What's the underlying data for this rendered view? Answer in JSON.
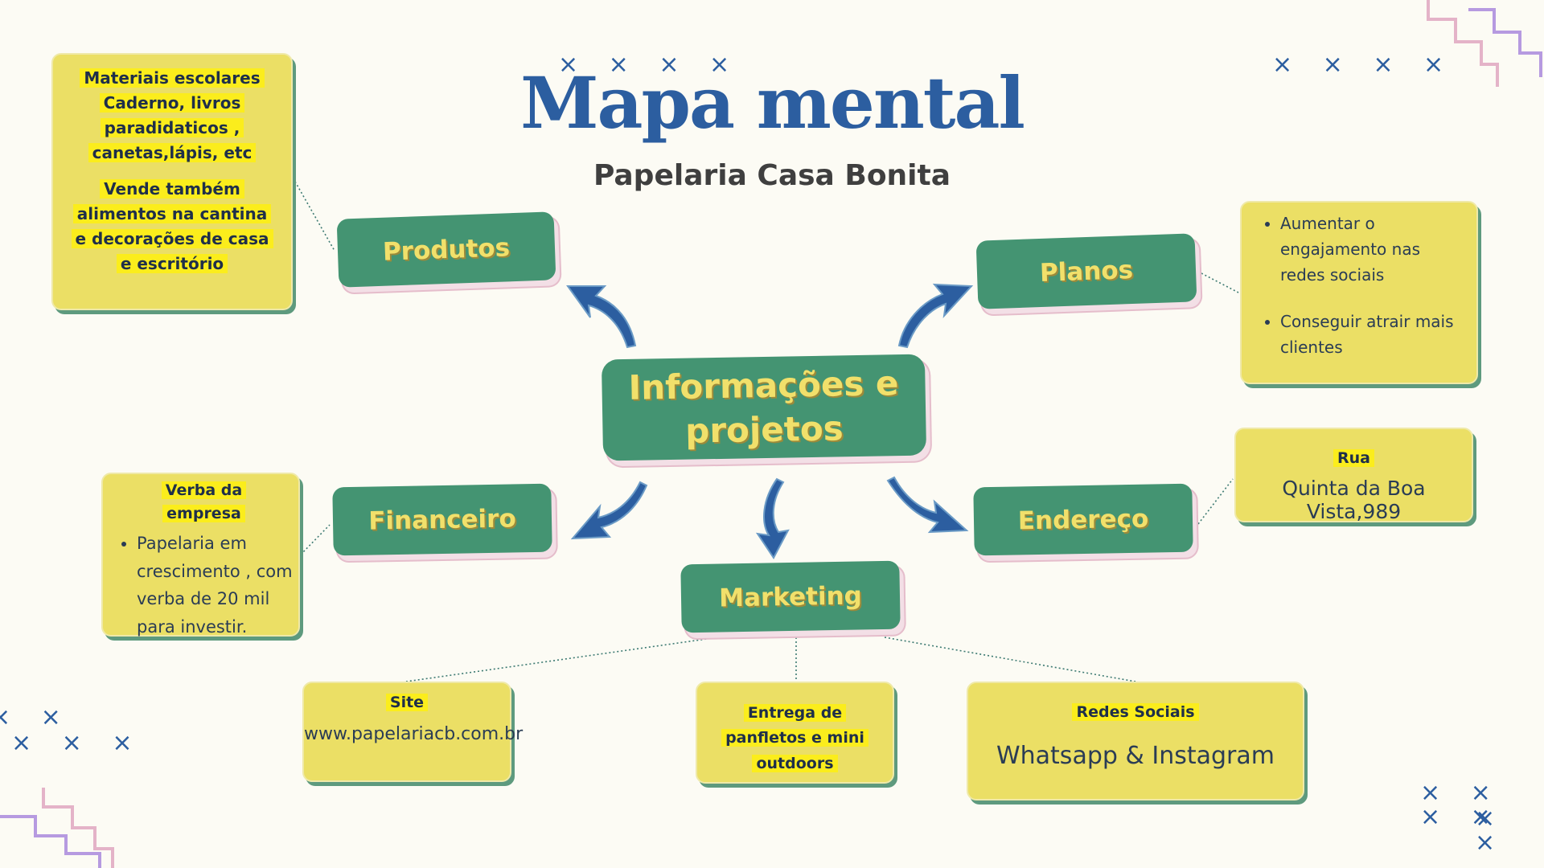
{
  "title": "Mapa mental",
  "subtitle": "Papelaria Casa Bonita",
  "colors": {
    "background": "#fcfbf4",
    "node_green": "#449472",
    "node_text": "#f1e06b",
    "note_yellow": "#ebdf65",
    "highlight": "#fbed1c",
    "accent_blue": "#2c5ea0"
  },
  "nodes": {
    "central": {
      "line1": "Informações e",
      "line2": "projetos"
    },
    "produtos": "Produtos",
    "planos": "Planos",
    "financeiro": "Financeiro",
    "endereco": "Endereço",
    "marketing": "Marketing"
  },
  "notes": {
    "produtos": {
      "line1": "Materiais escolares",
      "line2": "Caderno, livros",
      "line3": "paradidaticos ,",
      "line4": "canetas,lápis, etc",
      "line5": "Vende também",
      "line6": "alimentos na cantina",
      "line7": "e decorações de casa",
      "line8": "e escritório"
    },
    "planos": {
      "items": [
        "Aumentar o engajamento nas redes sociais",
        "Conseguir atrair mais clientes"
      ]
    },
    "endereco": {
      "label": "Rua",
      "value": "Quinta da Boa Vista,989"
    },
    "financeiro": {
      "label_line1": "Verba da",
      "label_line2": "empresa",
      "items": [
        "Papelaria em crescimento , com verba de 20 mil para investir."
      ]
    },
    "site": {
      "label": "Site",
      "value": "www.papelariacb.com.br"
    },
    "entrega": {
      "line1": "Entrega de",
      "line2": "panfletos e mini",
      "line3": "outdoors"
    },
    "redes": {
      "label": "Redes Sociais",
      "value": "Whatsapp & Instagram"
    }
  },
  "decorations": {
    "x_top_left": "× × × ×",
    "x_top_right": "× × × ×",
    "x_bottom_left_1": "× ×",
    "x_bottom_left_2": "× × ×",
    "x_bottom_right_1": "× × × ×",
    "x_bottom_right_2": "× ×",
    "arrow_icon": "curved-arrow",
    "zigzag_colors": [
      "#e4b3c8",
      "#b69ae0"
    ]
  }
}
